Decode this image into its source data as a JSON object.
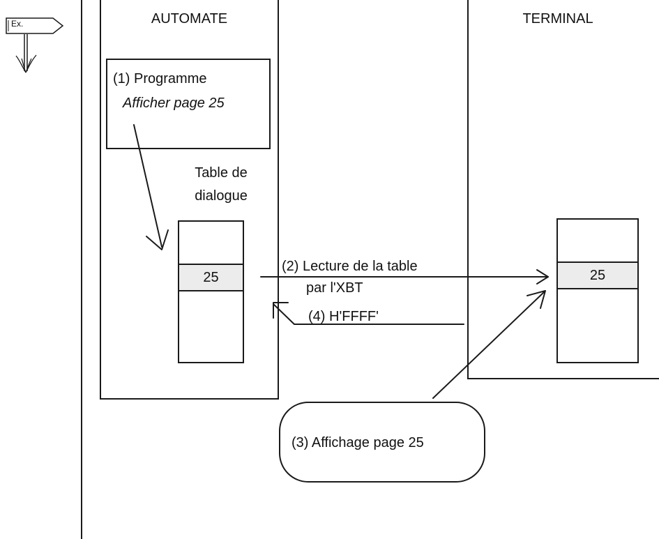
{
  "example_tag": "Ex.",
  "automate": {
    "title": "AUTOMATE",
    "program_line1": "(1) Programme",
    "program_line2": "Afficher page 25",
    "table_line1": "Table de",
    "table_line2": "dialogue",
    "cell_value": "25"
  },
  "terminal": {
    "title": "TERMINAL",
    "cell_value": "25"
  },
  "arrows": {
    "read_line1": "(2) Lecture de la table",
    "read_line2": "par l'XBT",
    "ack": "(4) H'FFFF'"
  },
  "display_bubble": "(3) Affichage  page 25"
}
